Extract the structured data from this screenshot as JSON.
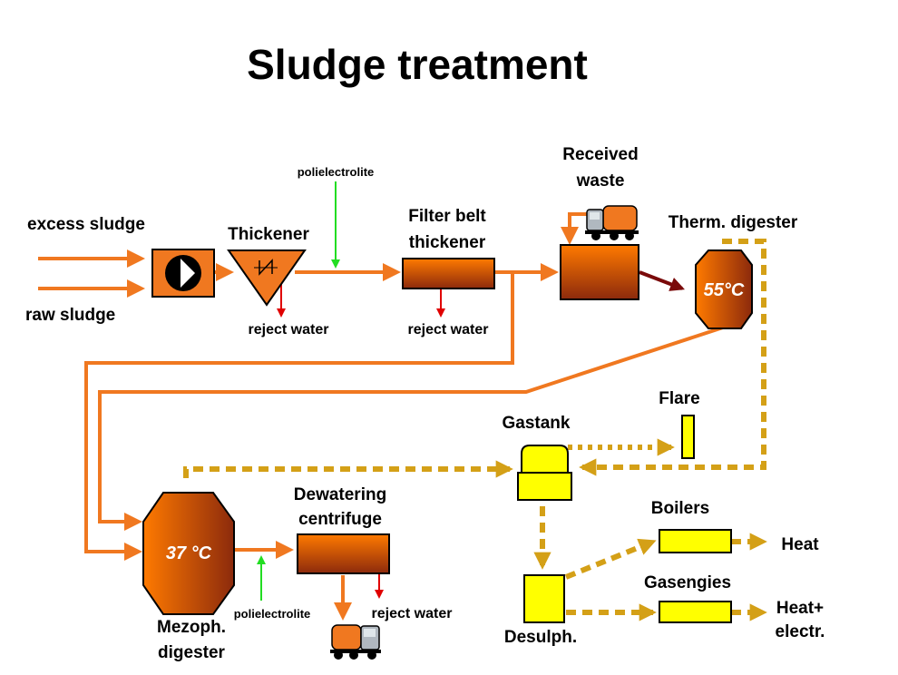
{
  "title": "Sludge treatment",
  "labels": {
    "excess_sludge": "excess sludge",
    "raw_sludge": "raw sludge",
    "thickener": "Thickener",
    "polielectrolite_top": "polielectrolite",
    "reject_water_1": "reject water",
    "filter_belt_1": "Filter belt",
    "filter_belt_2": "thickener",
    "reject_water_2": "reject water",
    "received_1": "Received",
    "received_2": "waste",
    "therm_digester": "Therm. digester",
    "therm_temp": "55°C",
    "flare": "Flare",
    "gastank": "Gastank",
    "boilers": "Boilers",
    "heat": "Heat",
    "gasengies": "Gasengies",
    "heat_electr_1": "Heat+",
    "heat_electr_2": "electr.",
    "desulph": "Desulph.",
    "dewatering_1": "Dewatering",
    "dewatering_2": "centrifuge",
    "meso_temp": "37 °C",
    "meso_1": "Mezoph.",
    "meso_2": "digester",
    "polielectrolite_bottom": "polielectrolite",
    "reject_water_3": "reject water"
  },
  "icons": [
    "pump-icon",
    "thickener-mixer-icon",
    "truck-icon",
    "truck-icon"
  ],
  "colors": {
    "sludge_flow": "#f07820",
    "gas_flow": "#d4a017",
    "gas_equipment": "#ffff00",
    "reject_arrow": "#e00000",
    "chemical_arrow": "#22dd22",
    "digested_arrow": "#7a0a0a"
  }
}
